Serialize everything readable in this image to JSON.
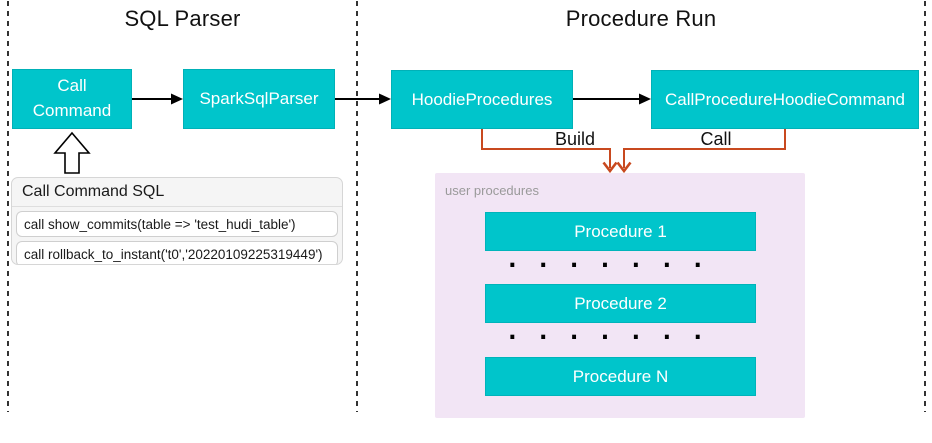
{
  "sections": {
    "sql_parser": {
      "title": "SQL Parser"
    },
    "procedure_run": {
      "title": "Procedure Run"
    }
  },
  "nodes": {
    "call_command": "Call Command",
    "spark_sql_parser": "SparkSqlParser",
    "hoodie_procedures": "HoodieProcedures",
    "call_procedure_hoodie_command": "CallProcedureHoodieCommand"
  },
  "edges": {
    "build_label": "Build",
    "call_label": "Call"
  },
  "sql_panel": {
    "header": "Call Command SQL",
    "rows": [
      "call show_commits(table => 'test_hudi_table')",
      "call rollback_to_instant('t0','20220109225319449')"
    ]
  },
  "user_procedures": {
    "label": "user procedures",
    "items": [
      "Procedure 1",
      "Procedure 2",
      "Procedure N"
    ],
    "ellipsis": ". . . . . . ."
  },
  "colors": {
    "teal": "#00c5cb",
    "orange": "#c8491f",
    "panel_pink": "#f2e5f5"
  }
}
